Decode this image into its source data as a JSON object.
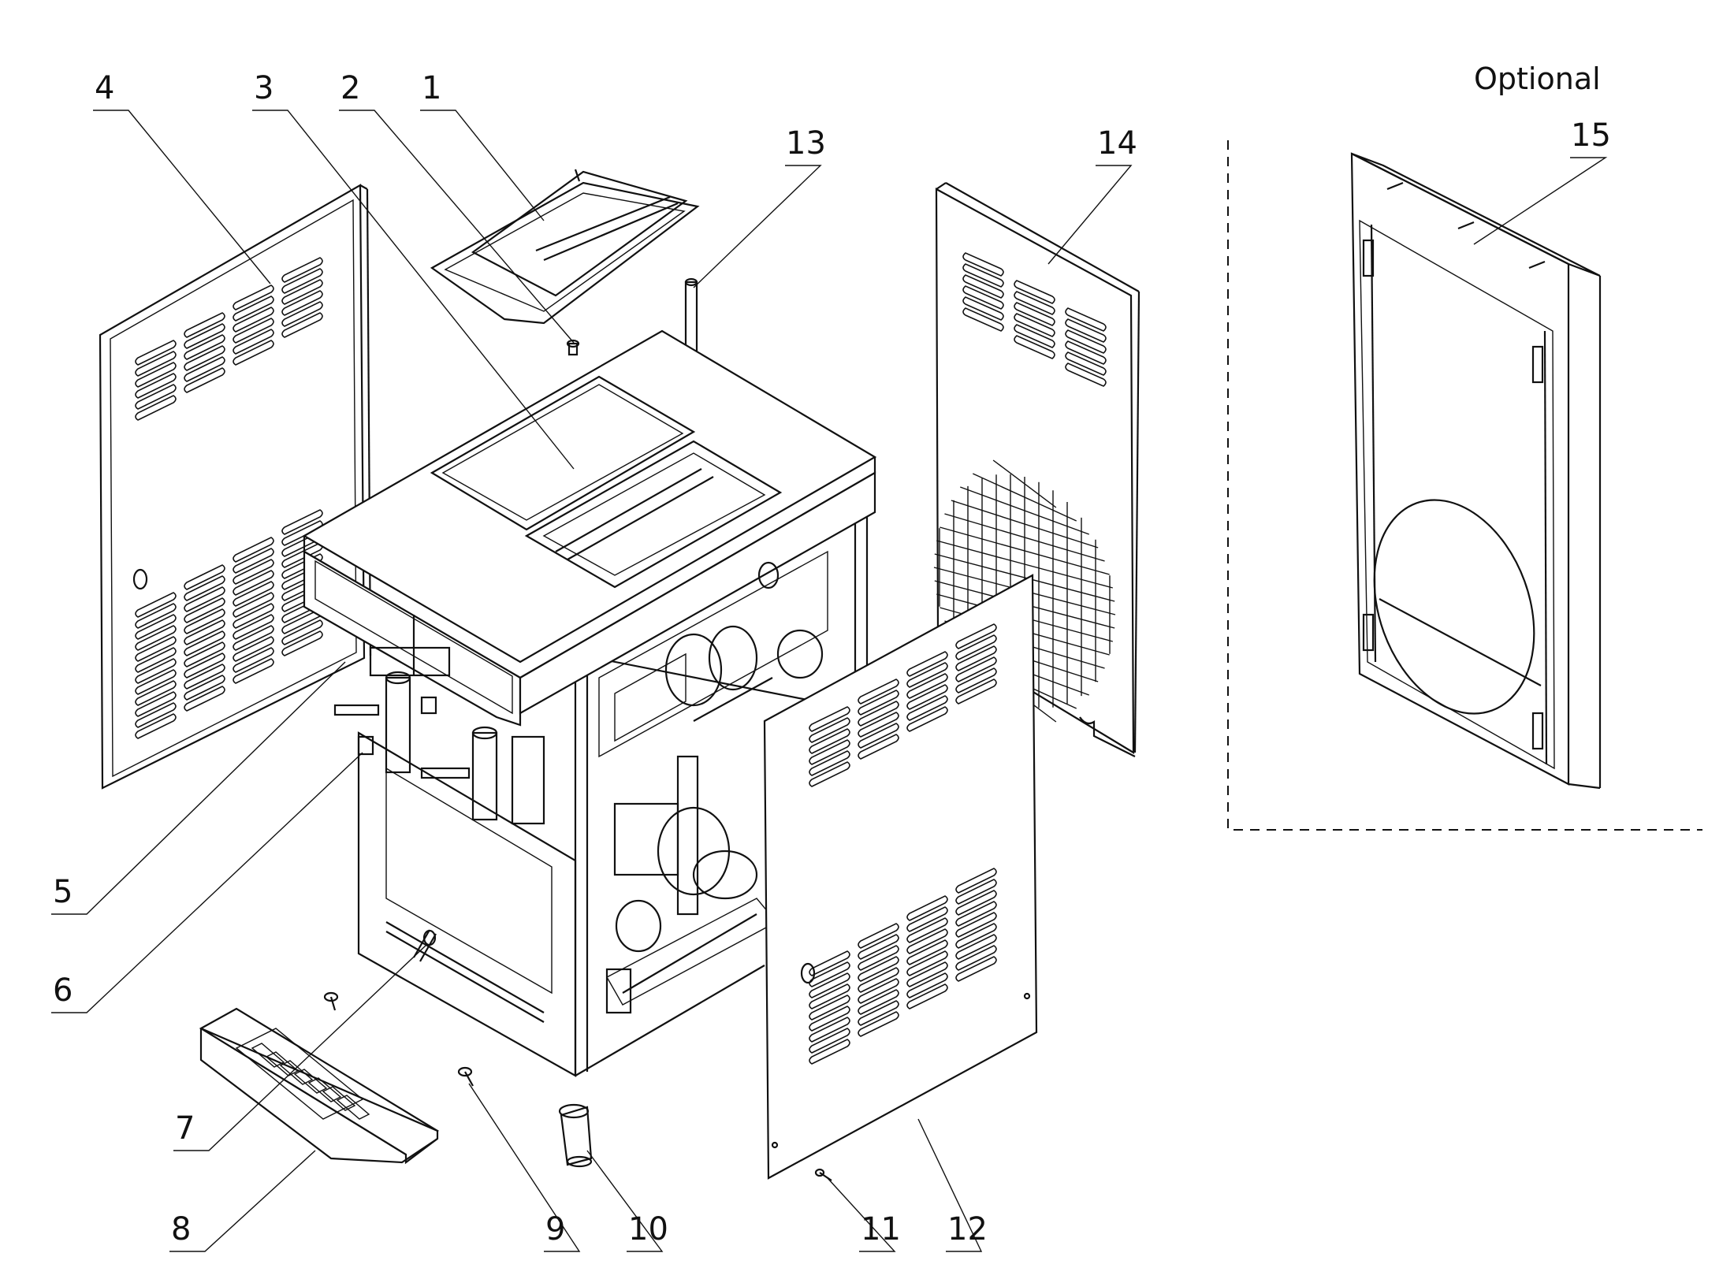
{
  "optional_label": "Optional",
  "callouts": [
    {
      "id": "1",
      "text": "1"
    },
    {
      "id": "2",
      "text": "2"
    },
    {
      "id": "3",
      "text": "3"
    },
    {
      "id": "4",
      "text": "4"
    },
    {
      "id": "5",
      "text": "5"
    },
    {
      "id": "6",
      "text": "6"
    },
    {
      "id": "7",
      "text": "7"
    },
    {
      "id": "8",
      "text": "8"
    },
    {
      "id": "9",
      "text": "9"
    },
    {
      "id": "10",
      "text": "10"
    },
    {
      "id": "11",
      "text": "11"
    },
    {
      "id": "12",
      "text": "12"
    },
    {
      "id": "13",
      "text": "13"
    },
    {
      "id": "14",
      "text": "14"
    },
    {
      "id": "15",
      "text": "15"
    }
  ]
}
